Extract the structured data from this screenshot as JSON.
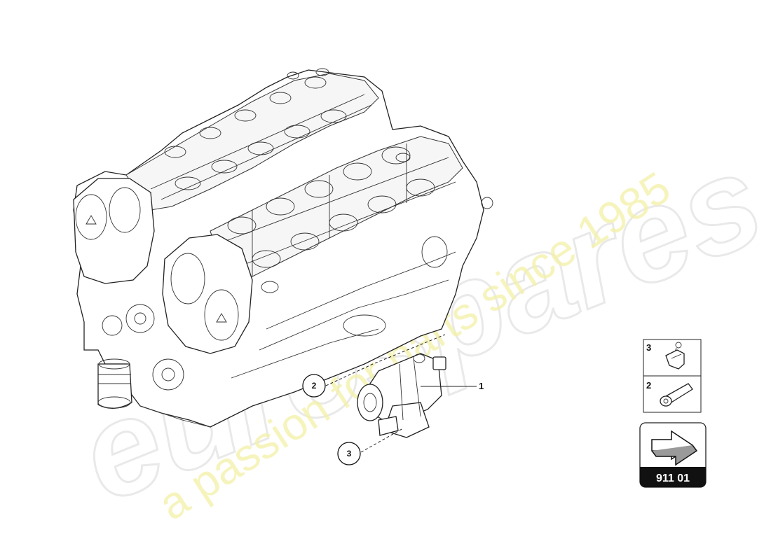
{
  "watermark": {
    "brand": "eurospares",
    "tagline": "a passion for parts since 1985"
  },
  "callouts": [
    {
      "id": "c2",
      "label": "2"
    },
    {
      "id": "c3",
      "label": "3"
    }
  ],
  "part_label": "1",
  "legend": {
    "items": [
      {
        "number": "3",
        "icon": "clip-bracket-icon"
      },
      {
        "number": "2",
        "icon": "bolt-icon"
      }
    ]
  },
  "reference": {
    "code": "911 01",
    "icon": "arrow-right-icon"
  }
}
